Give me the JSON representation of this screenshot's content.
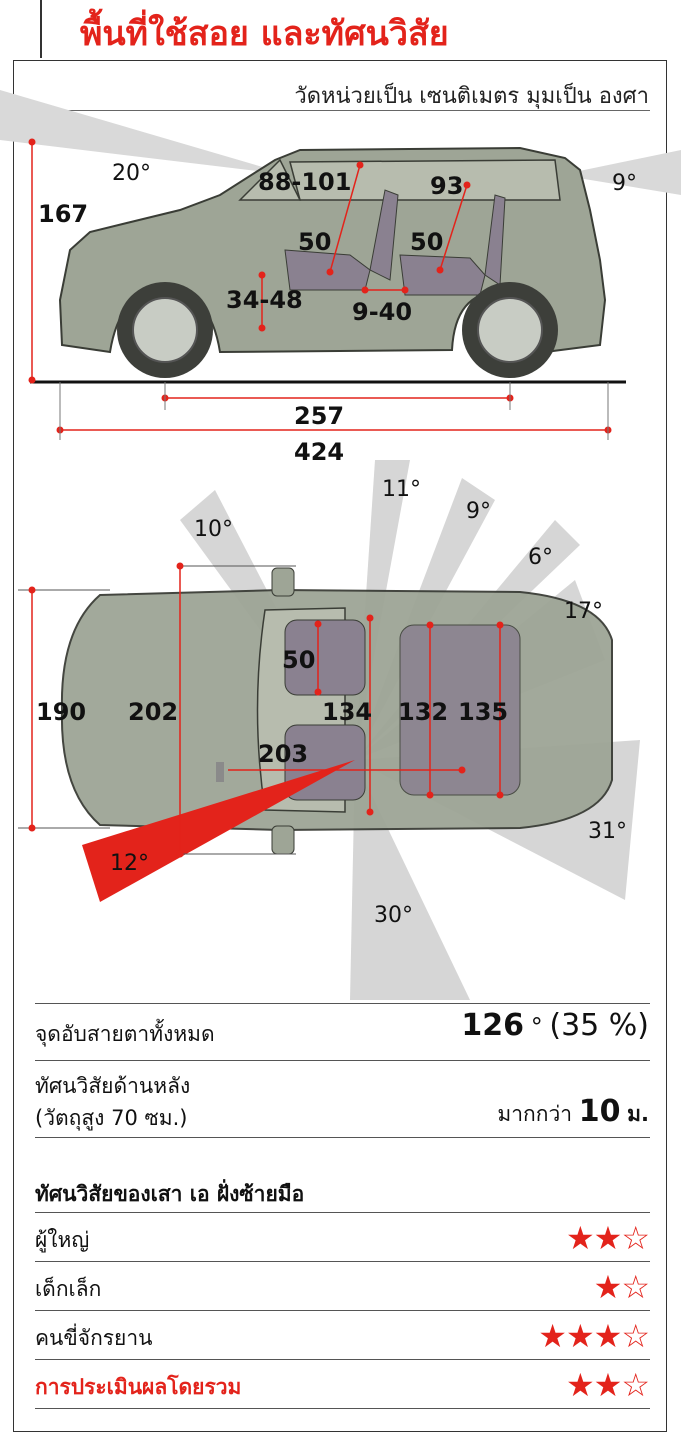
{
  "header": {
    "title": "พื้นที่ใช้สอย และทัศนวิสัย",
    "units_note": "วัดหน่วยเป็น เซนติเมตร  มุมเป็น องศา"
  },
  "side_view": {
    "height": "167",
    "front_angle": "20°",
    "rear_angle": "9°",
    "front_headroom": "88-101",
    "rear_headroom": "93",
    "front_seat_depth": "50",
    "rear_seat_depth": "50",
    "seat_height": "34-48",
    "legroom": "9-40",
    "wheelbase": "257",
    "length": "424"
  },
  "top_view": {
    "width_body": "190",
    "width_mirrors": "202",
    "seat_width": "50",
    "front_shoulder": "134",
    "rear_shoulder": "132",
    "rear_width": "135",
    "driver_reach": "203",
    "angles": {
      "a10": "10°",
      "a11": "11°",
      "a9": "9°",
      "a6": "6°",
      "a17": "17°",
      "a31": "31°",
      "a30": "30°",
      "a12": "12°"
    }
  },
  "summary": {
    "blind_total_label": "จุดอับสายตาทั้งหมด",
    "blind_total_value": "126",
    "blind_total_unit": "°",
    "blind_total_pct": "(35 %)",
    "rear_vis_label_1": "ทัศนวิสัยด้านหลัง",
    "rear_vis_label_2": "(วัตถุสูง 70 ซม.)",
    "rear_vis_prefix": "มากกว่า",
    "rear_vis_value": "10",
    "rear_vis_unit": "ม."
  },
  "pillar_ratings": {
    "heading": "ทัศนวิสัยของเสา เอ ฝั่งซ้ายมือ",
    "rows": [
      {
        "label": "ผู้ใหญ่",
        "filled": 2,
        "total": 3
      },
      {
        "label": "เด็กเล็ก",
        "filled": 1,
        "total": 2
      },
      {
        "label": "คนขี่จักรยาน",
        "filled": 3,
        "total": 4
      },
      {
        "label": "การประเมินผลโดยรวม",
        "filled": 2,
        "total": 3
      }
    ]
  },
  "colors": {
    "accent": "#e3231b",
    "car_body": "#9ea596",
    "blind_zone": "#cfcfcf"
  }
}
